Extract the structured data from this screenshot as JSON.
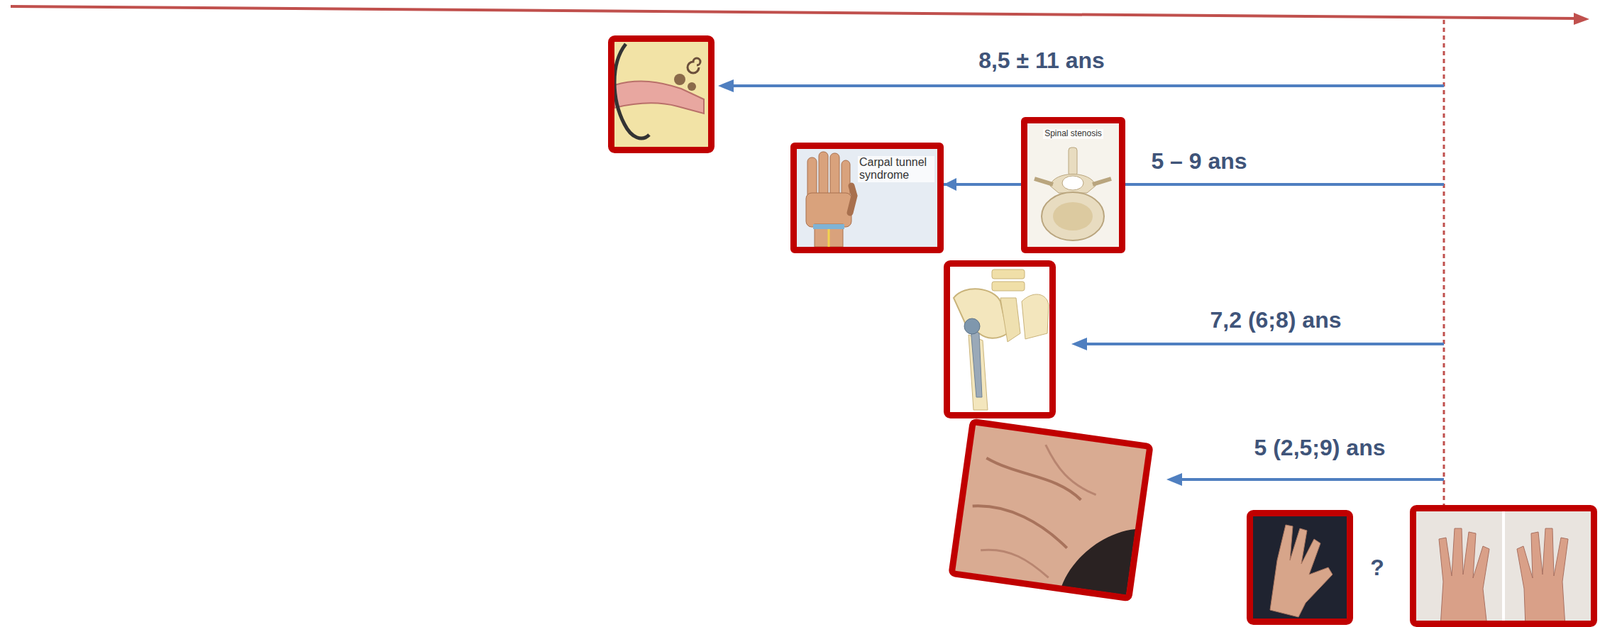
{
  "diagram": {
    "nodes": [
      {
        "text": [
          "Carpal tunnel syndrome"
        ]
      },
      {
        "text": [
          "Spinal stenosis"
        ]
      }
    ],
    "edges": [
      {
        "from": 1,
        "to": 0,
        "arrow": "to"
      }
    ],
    "labels": [
      "8,5 ± 11 ans",
      "5 – 9 ans",
      "7,2 (6;8) ans",
      "5 (2,5;9) ans",
      "?"
    ]
  }
}
